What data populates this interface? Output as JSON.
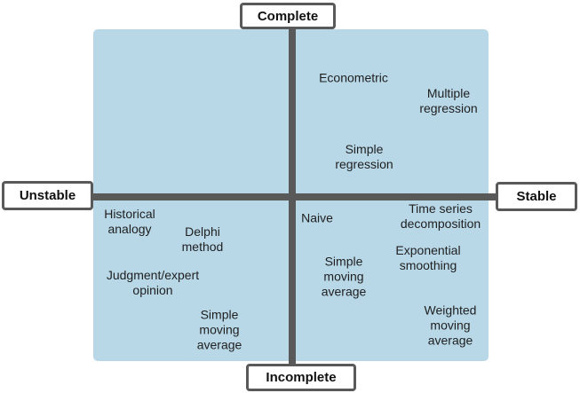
{
  "diagram": {
    "axis_labels": {
      "top": "Complete",
      "bottom": "Incomplete",
      "left": "Unstable",
      "right": "Stable"
    },
    "colors": {
      "quadrant_fill": "#b8d8e8",
      "axis_line": "#595959",
      "label_border": "#595959",
      "label_background": "#ffffff",
      "text": "#1f1f1f"
    },
    "quadrants": {
      "top_left": {
        "items": []
      },
      "top_right": {
        "items": [
          "Econometric",
          "Multiple\nregression",
          "Simple\nregression"
        ]
      },
      "bottom_left": {
        "items": [
          "Historical\nanalogy",
          "Delphi\nmethod",
          "Judgment/expert\nopinion",
          "Simple\nmoving\naverage"
        ]
      },
      "bottom_right": {
        "items": [
          "Naive",
          "Time series\ndecomposition",
          "Exponential\nsmoothing",
          "Simple\nmoving\naverage",
          "Weighted\nmoving\naverage"
        ]
      }
    }
  }
}
